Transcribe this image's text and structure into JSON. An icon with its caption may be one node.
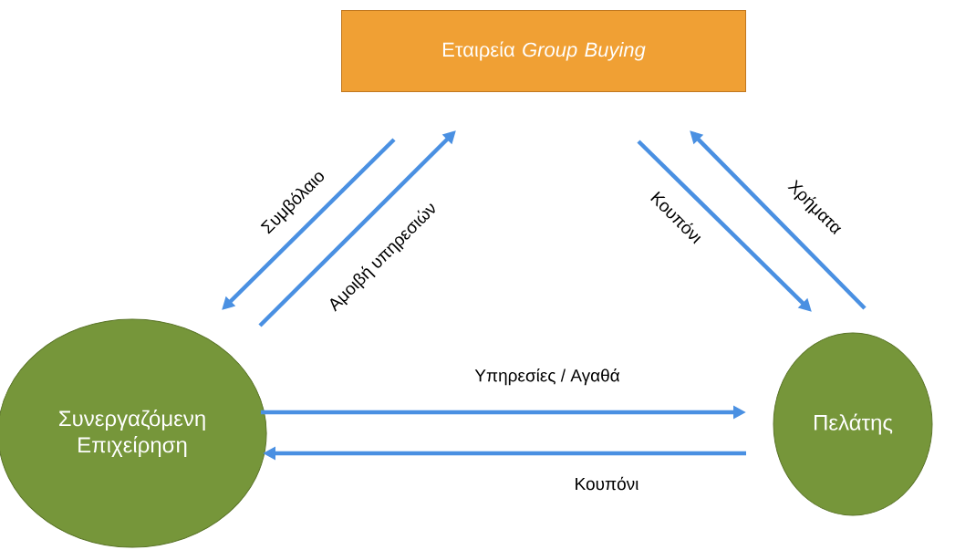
{
  "diagram": {
    "nodes": [
      {
        "text": [
          "Εταιρεία *Group Buying*"
        ]
      },
      {
        "text": [
          "Συνεργαζόμενη Επιχείρηση"
        ]
      },
      {
        "text": [
          "Πελάτης"
        ]
      }
    ],
    "edges": [
      {
        "from": 0,
        "to": 1,
        "arrow": "to",
        "label": "Συμβόλαιο"
      },
      {
        "from": 1,
        "to": 0,
        "arrow": "to",
        "label": "Αμοιβή υπηρεσιών"
      },
      {
        "from": 0,
        "to": 2,
        "arrow": "to",
        "label": "Κουπόνι"
      },
      {
        "from": 2,
        "to": 0,
        "arrow": "to",
        "label": "Χρήματα"
      },
      {
        "from": 1,
        "to": 2,
        "arrow": "to",
        "label": "Υπηρεσίες / Αγαθά"
      },
      {
        "from": 2,
        "to": 1,
        "arrow": "to",
        "label": "Κουπόνι"
      }
    ]
  }
}
